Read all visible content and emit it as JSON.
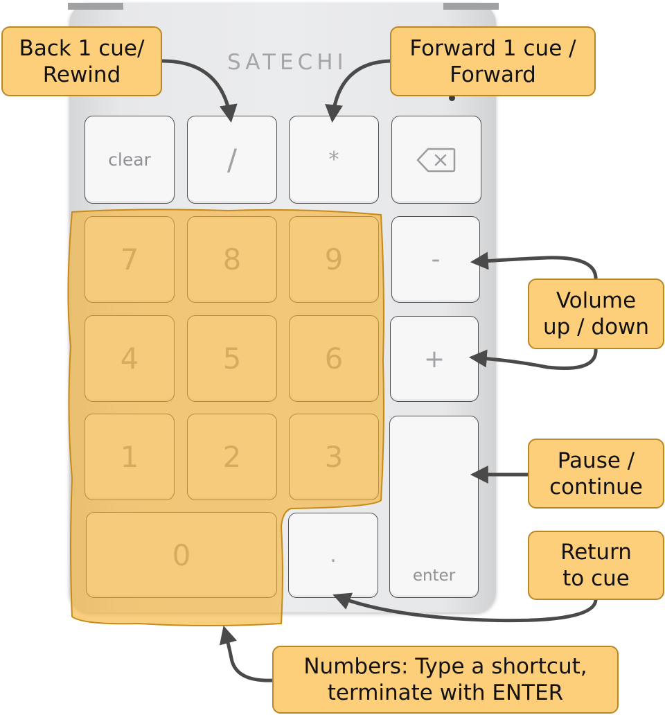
{
  "keypad": {
    "brand": "SATECHI",
    "keys": {
      "clear": "clear",
      "slash": "/",
      "asterisk": "*",
      "k7": "7",
      "k8": "8",
      "k9": "9",
      "minus": "-",
      "k4": "4",
      "k5": "5",
      "k6": "6",
      "plus": "+",
      "k1": "1",
      "k2": "2",
      "k3": "3",
      "k0": "0",
      "dot": ".",
      "enter": "enter"
    },
    "backspace_icon": "backspace-icon"
  },
  "callouts": {
    "back": {
      "line1": "Back 1 cue/",
      "line2": "Rewind"
    },
    "forward": {
      "line1": "Forward 1 cue /",
      "line2": "Forward"
    },
    "volume": {
      "line1": "Volume",
      "line2": "up / down"
    },
    "pause": {
      "line1": "Pause /",
      "line2": "continue"
    },
    "return": {
      "line1": "Return",
      "line2": "to cue"
    },
    "numbers": {
      "line1": "Numbers: Type a shortcut,",
      "line2": "terminate with ENTER"
    }
  },
  "colors": {
    "callout_fill": "#fecf7a",
    "callout_border": "#b98726",
    "highlight": "#f5b030",
    "arrow": "#4a4a4a"
  }
}
